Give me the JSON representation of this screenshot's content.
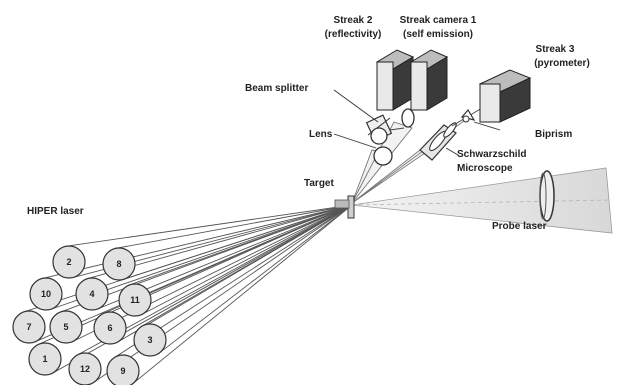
{
  "diagram": {
    "labels": {
      "streak2_line1": "Streak 2",
      "streak2_line2": "(reflectivity)",
      "streak1_line1": "Streak camera 1",
      "streak1_line2": "(self emission)",
      "streak3_line1": "Streak 3",
      "streak3_line2": "(pyrometer)",
      "beam_splitter": "Beam splitter",
      "lens": "Lens",
      "biprism": "Biprism",
      "schwarzschild_line1": "Schwarzschild",
      "schwarzschild_line2": "Microscope",
      "target": "Target",
      "hiper_laser": "HIPER laser",
      "probe_laser": "Probe laser"
    },
    "beam_numbers": [
      "2",
      "8",
      "10",
      "4",
      "11",
      "7",
      "5",
      "6",
      "3",
      "1",
      "12",
      "9"
    ]
  }
}
